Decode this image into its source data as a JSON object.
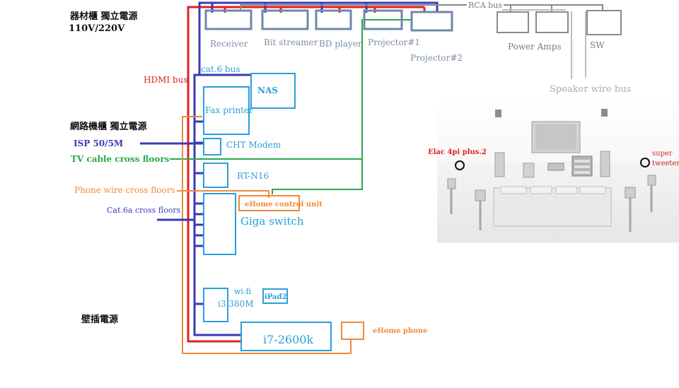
{
  "colors": {
    "red": "#e02020",
    "blue": "#3a3ab8",
    "green": "#2aa84a",
    "orange": "#f08a3a",
    "cyan": "#2a9fd8",
    "gray": "#8a8a8a",
    "light_gray": "#bdbdbd",
    "black": "#111111",
    "steel": "#6f87a8"
  },
  "labels": {
    "equipment_power_1": "器材櫃 獨立電源",
    "equipment_power_2": "110V/220V",
    "network_power": "網路機櫃 獨立電源",
    "wall_power": "壁插電源",
    "hdmi_bus": "HDMI bus",
    "cat6_bus": "cat.6 bus",
    "rca_bus": "RCA bus",
    "speaker_wire_bus": "Speaker wire bus",
    "isp": "ISP 50/5M",
    "tv_cable": "TV cable cross floors",
    "phone_wire": "Phone wire cross floors",
    "cat6a": "Cat.6a cross floors",
    "elac": "Elac 4pi plus.2",
    "super_tweeter_1": "super",
    "super_tweeter_2": "tweeter"
  },
  "devices": {
    "receiver": "Receiver",
    "bit_streamer": "Bit streamer",
    "bd_player": "BD player",
    "projector1": "Projector#1",
    "projector2": "Projector#2",
    "power_amps": "Power Amps",
    "sw": "SW",
    "nas": "NAS",
    "fax_printer": "Fax printer",
    "cht_modem": "CHT Modem",
    "rt_n16": "RT-N16",
    "ehome_control": "eHome control unit",
    "giga_switch": "Giga switch",
    "wifi_1": "wi-fi",
    "wifi_2": "i3 380M",
    "ipad2": "iPad2",
    "i7": "i7-2600k",
    "ehome_phone": "eHome phone"
  }
}
